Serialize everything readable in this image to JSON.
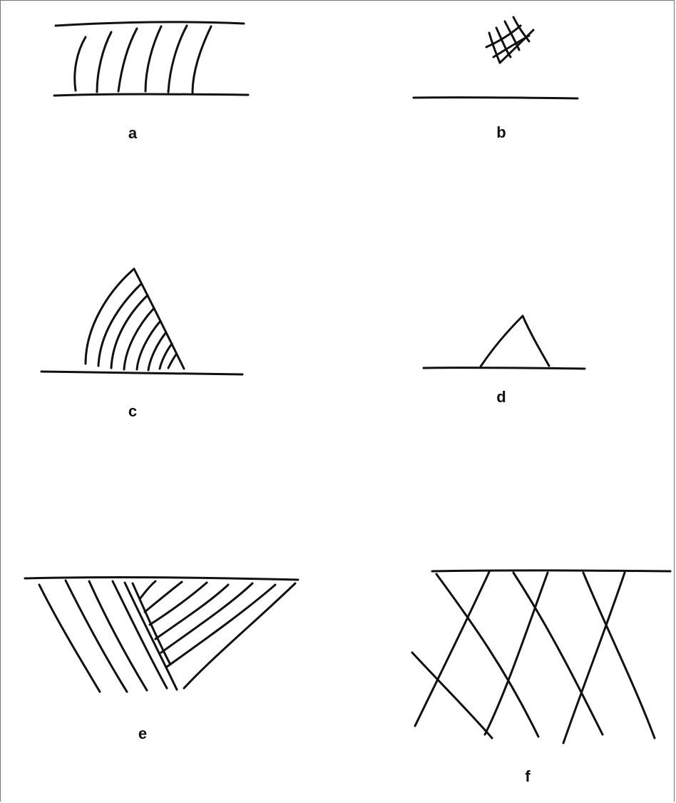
{
  "panels": {
    "a": {
      "label": "a"
    },
    "b": {
      "label": "b"
    },
    "c": {
      "label": "c"
    },
    "d": {
      "label": "d"
    },
    "e": {
      "label": "e"
    },
    "f": {
      "label": "f"
    }
  }
}
